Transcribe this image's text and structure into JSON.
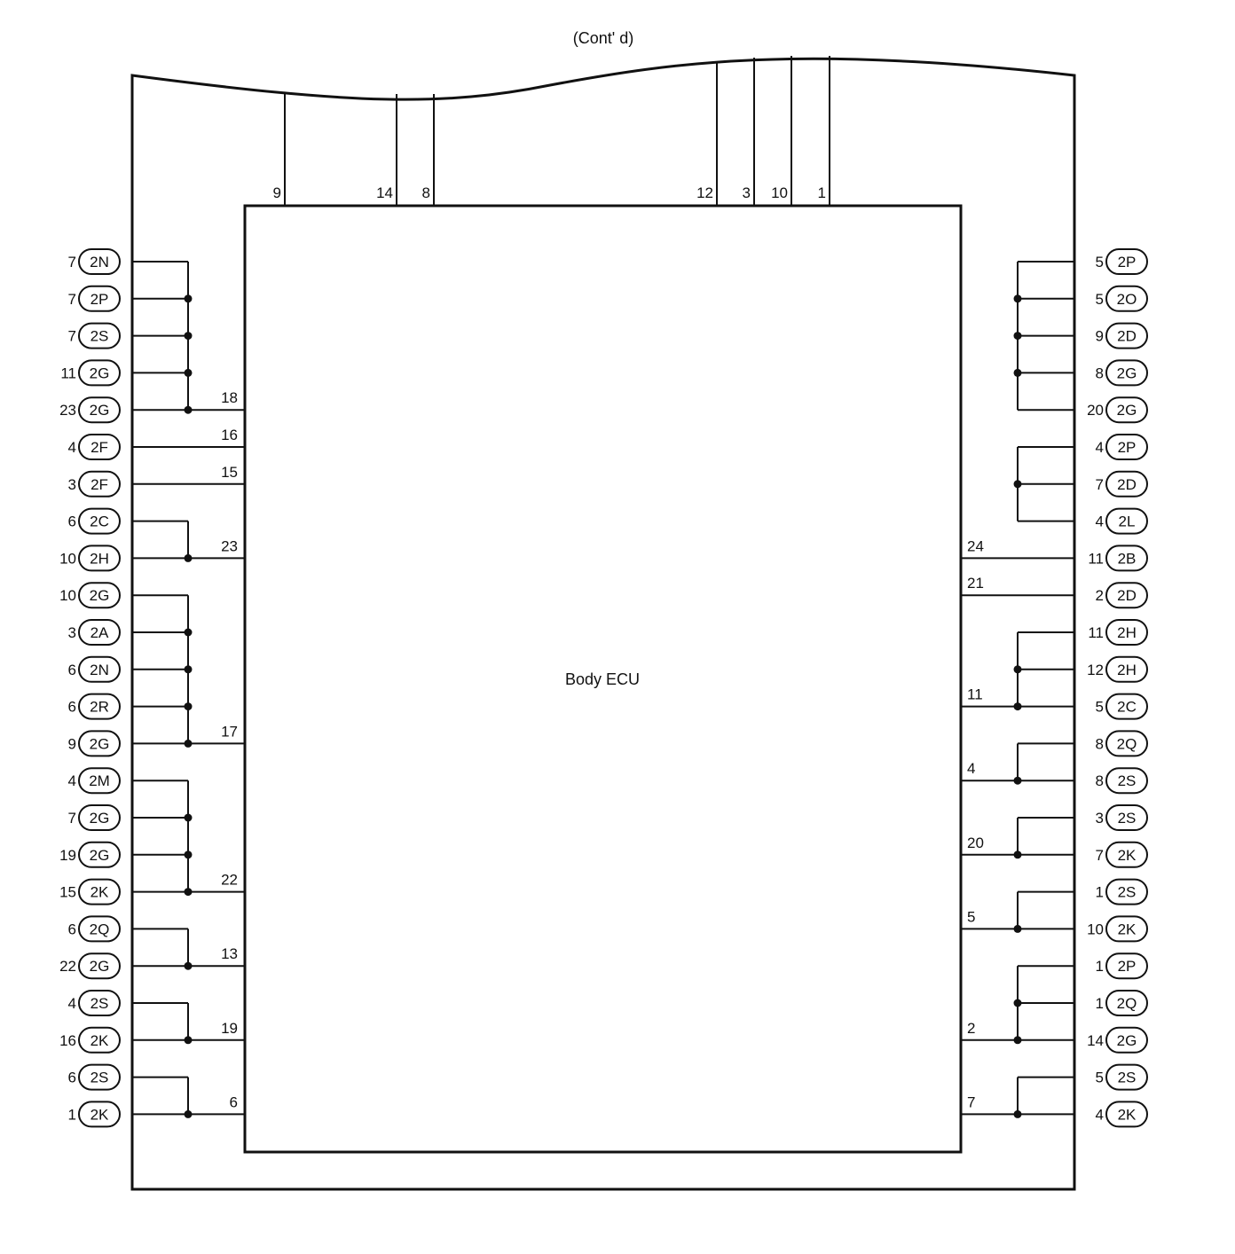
{
  "caption": "(Cont' d)",
  "ecu_label": "Body ECU",
  "top_pins": [
    "9",
    "14",
    "8",
    "12",
    "3",
    "10",
    "1"
  ],
  "left_rows": [
    {
      "pin": "7",
      "conn": "2N"
    },
    {
      "pin": "7",
      "conn": "2P"
    },
    {
      "pin": "7",
      "conn": "2S"
    },
    {
      "pin": "11",
      "conn": "2G"
    },
    {
      "pin": "23",
      "conn": "2G"
    },
    {
      "pin": "4",
      "conn": "2F"
    },
    {
      "pin": "3",
      "conn": "2F"
    },
    {
      "pin": "6",
      "conn": "2C"
    },
    {
      "pin": "10",
      "conn": "2H"
    },
    {
      "pin": "10",
      "conn": "2G"
    },
    {
      "pin": "3",
      "conn": "2A"
    },
    {
      "pin": "6",
      "conn": "2N"
    },
    {
      "pin": "6",
      "conn": "2R"
    },
    {
      "pin": "9",
      "conn": "2G"
    },
    {
      "pin": "4",
      "conn": "2M"
    },
    {
      "pin": "7",
      "conn": "2G"
    },
    {
      "pin": "19",
      "conn": "2G"
    },
    {
      "pin": "15",
      "conn": "2K"
    },
    {
      "pin": "6",
      "conn": "2Q"
    },
    {
      "pin": "22",
      "conn": "2G"
    },
    {
      "pin": "4",
      "conn": "2S"
    },
    {
      "pin": "16",
      "conn": "2K"
    },
    {
      "pin": "6",
      "conn": "2S"
    },
    {
      "pin": "1",
      "conn": "2K"
    }
  ],
  "right_rows": [
    {
      "pin": "5",
      "conn": "2P"
    },
    {
      "pin": "5",
      "conn": "2O"
    },
    {
      "pin": "9",
      "conn": "2D"
    },
    {
      "pin": "8",
      "conn": "2G"
    },
    {
      "pin": "20",
      "conn": "2G"
    },
    {
      "pin": "4",
      "conn": "2P"
    },
    {
      "pin": "7",
      "conn": "2D"
    },
    {
      "pin": "4",
      "conn": "2L"
    },
    {
      "pin": "11",
      "conn": "2B"
    },
    {
      "pin": "2",
      "conn": "2D"
    },
    {
      "pin": "11",
      "conn": "2H"
    },
    {
      "pin": "12",
      "conn": "2H"
    },
    {
      "pin": "5",
      "conn": "2C"
    },
    {
      "pin": "8",
      "conn": "2Q"
    },
    {
      "pin": "8",
      "conn": "2S"
    },
    {
      "pin": "3",
      "conn": "2S"
    },
    {
      "pin": "7",
      "conn": "2K"
    },
    {
      "pin": "1",
      "conn": "2S"
    },
    {
      "pin": "10",
      "conn": "2K"
    },
    {
      "pin": "1",
      "conn": "2P"
    },
    {
      "pin": "1",
      "conn": "2Q"
    },
    {
      "pin": "14",
      "conn": "2G"
    },
    {
      "pin": "5",
      "conn": "2S"
    },
    {
      "pin": "4",
      "conn": "2K"
    }
  ],
  "left_ecu_pins": [
    "18",
    "16",
    "15",
    "23",
    "17",
    "22",
    "13",
    "19",
    "6"
  ],
  "right_ecu_pins": [
    "24",
    "21",
    "11",
    "4",
    "20",
    "5",
    "2",
    "7"
  ]
}
